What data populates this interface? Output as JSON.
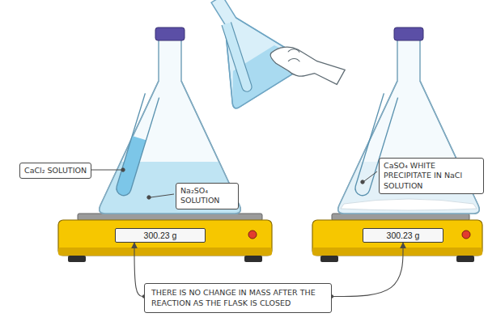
{
  "diagram": {
    "nodes": [
      {
        "text": [
          "CaCl₂ SOLUTION"
        ]
      },
      {
        "text": [
          "Na₂SO₄ SOLUTION"
        ]
      },
      {
        "text": [
          "300.23 g"
        ]
      },
      {
        "text": [
          "CaSO₄ WHITE PRECIPITATE IN NaCl SOLUTION"
        ]
      },
      {
        "text": [
          "300.23 g"
        ]
      },
      {
        "text": [
          "THERE IS NO CHANGE IN MASS AFTER THE REACTION AS THE FLASK IS CLOSED"
        ]
      }
    ],
    "edges": [
      {
        "from": 5,
        "to": 2,
        "arrow": "to"
      },
      {
        "from": 5,
        "to": 4,
        "arrow": "to"
      }
    ]
  }
}
